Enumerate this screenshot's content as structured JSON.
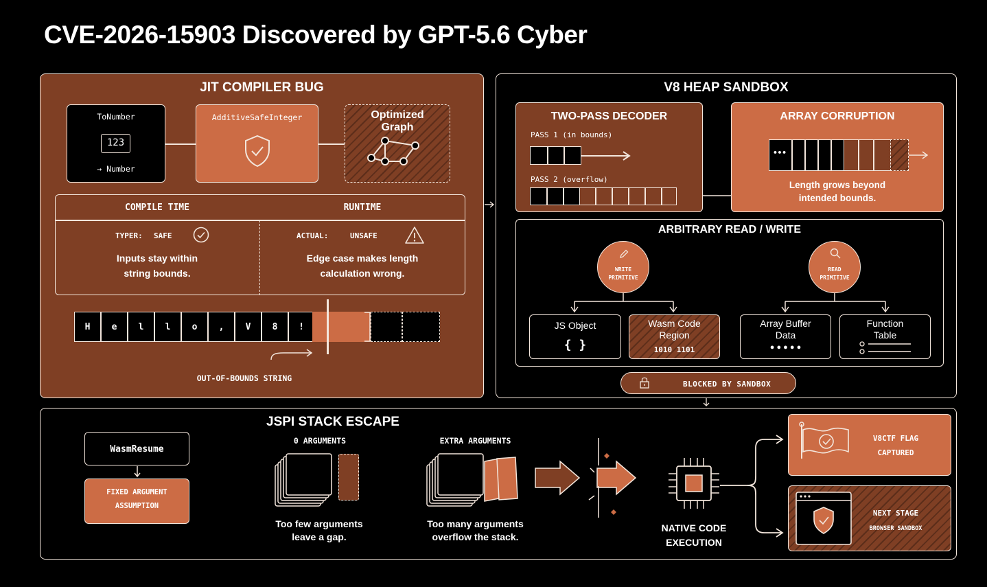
{
  "title": "CVE-2026-15903 Discovered by GPT-5.6 Cyber",
  "jit": {
    "title": "JIT COMPILER BUG",
    "tonumber_label": "ToNumber",
    "tonumber_value": "123",
    "tonumber_output": "→ Number",
    "safe_integer_label": "AdditiveSafeInteger",
    "graph_label_1": "Optimized",
    "graph_label_2": "Graph",
    "compile_time_header": "COMPILE TIME",
    "runtime_header": "RUNTIME",
    "typer_label": "TYPER:",
    "typer_value": "SAFE",
    "actual_label": "ACTUAL:",
    "actual_value": "UNSAFE",
    "compile_desc_1": "Inputs stay within",
    "compile_desc_2": "string bounds.",
    "runtime_desc_1": "Edge case makes length",
    "runtime_desc_2": "calculation wrong.",
    "string_chars": [
      "H",
      "e",
      "l",
      "l",
      "o",
      ",",
      "V",
      "8",
      "!"
    ],
    "oob_label": "OUT-OF-BOUNDS STRING"
  },
  "heap": {
    "title": "V8 HEAP SANDBOX",
    "decoder_title": "TWO-PASS DECODER",
    "pass1_label": "PASS 1 (in bounds)",
    "pass2_label": "PASS 2 (overflow)",
    "array_title": "ARRAY CORRUPTION",
    "array_first_cell": "•••",
    "array_desc_1": "Length grows beyond",
    "array_desc_2": "intended bounds.",
    "rw_title": "ARBITRARY READ / WRITE",
    "write_label_1": "WRITE",
    "write_label_2": "PRIMITIVE",
    "read_label_1": "READ",
    "read_label_2": "PRIMITIVE",
    "js_object_label": "JS Object",
    "js_object_glyph": "{ }",
    "wasm_label_1": "Wasm Code",
    "wasm_label_2": "Region",
    "wasm_bits": "1010 1101",
    "array_buffer_1": "Array Buffer",
    "array_buffer_2": "Data",
    "array_buffer_dots": "● ● ● ● ●",
    "function_table_1": "Function",
    "function_table_2": "Table",
    "blocked_label": "BLOCKED BY SANDBOX"
  },
  "jspi": {
    "title": "JSPI STACK ESCAPE",
    "wasm_resume": "WasmResume",
    "fixed_arg_1": "FIXED ARGUMENT",
    "fixed_arg_2": "ASSUMPTION",
    "zero_args_header": "0 ARGUMENTS",
    "extra_args_header": "EXTRA ARGUMENTS",
    "zero_desc_1": "Too few arguments",
    "zero_desc_2": "leave a gap.",
    "extra_desc_1": "Too many arguments",
    "extra_desc_2": "overflow the stack.",
    "native_1": "NATIVE CODE",
    "native_2": "EXECUTION",
    "flag_1": "V8CTF FLAG",
    "flag_2": "CAPTURED",
    "next_1": "NEXT STAGE",
    "next_2": "BROWSER SANDBOX"
  },
  "colors": {
    "rust": "#7f3f24",
    "orange": "#cc6c45",
    "line": "#f3e6dc",
    "background": "#000000"
  }
}
